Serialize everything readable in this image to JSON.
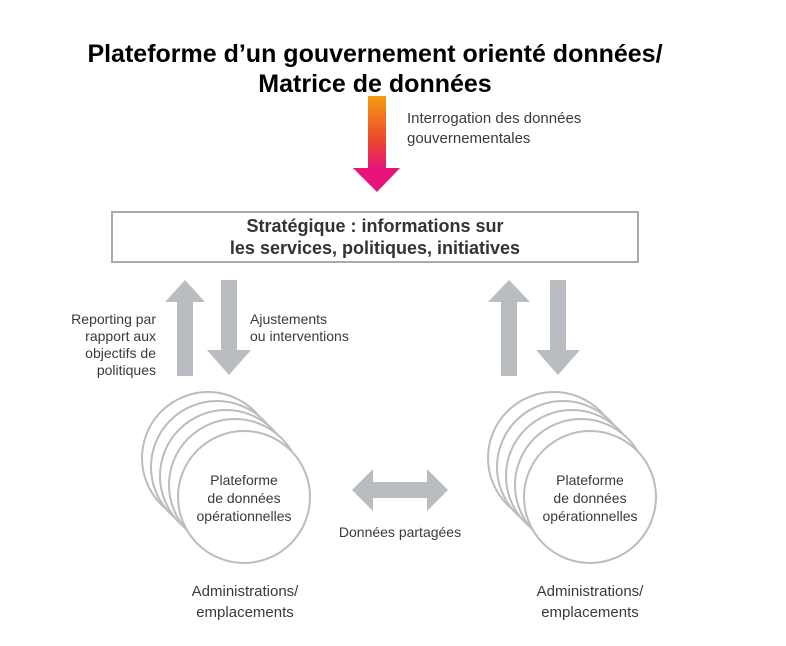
{
  "title": [
    "Plateforme d’un gouvernement orienté données/",
    "Matrice de données"
  ],
  "query_label": [
    "Interrogation des données",
    "gouvernementales"
  ],
  "strategic_box": [
    "Stratégique : informations sur",
    "les services, politiques, initiatives"
  ],
  "reporting_label": [
    "Reporting par",
    "rapport aux",
    "objectifs de",
    "politiques"
  ],
  "adjust_label": [
    "Ajustements",
    "ou interventions"
  ],
  "platform_left": [
    "Plateforme",
    "de données",
    "opérationnelles"
  ],
  "platform_right": [
    "Plateforme",
    "de données",
    "opérationnelles"
  ],
  "shared_label": "Données partagées",
  "admin_left": [
    "Administrations/",
    "emplacements"
  ],
  "admin_right": [
    "Administrations/",
    "emplacements"
  ],
  "colors": {
    "arrow_gray": "#b9bcc0",
    "gradient_top": "#f39c12",
    "gradient_bottom": "#e8137a"
  }
}
